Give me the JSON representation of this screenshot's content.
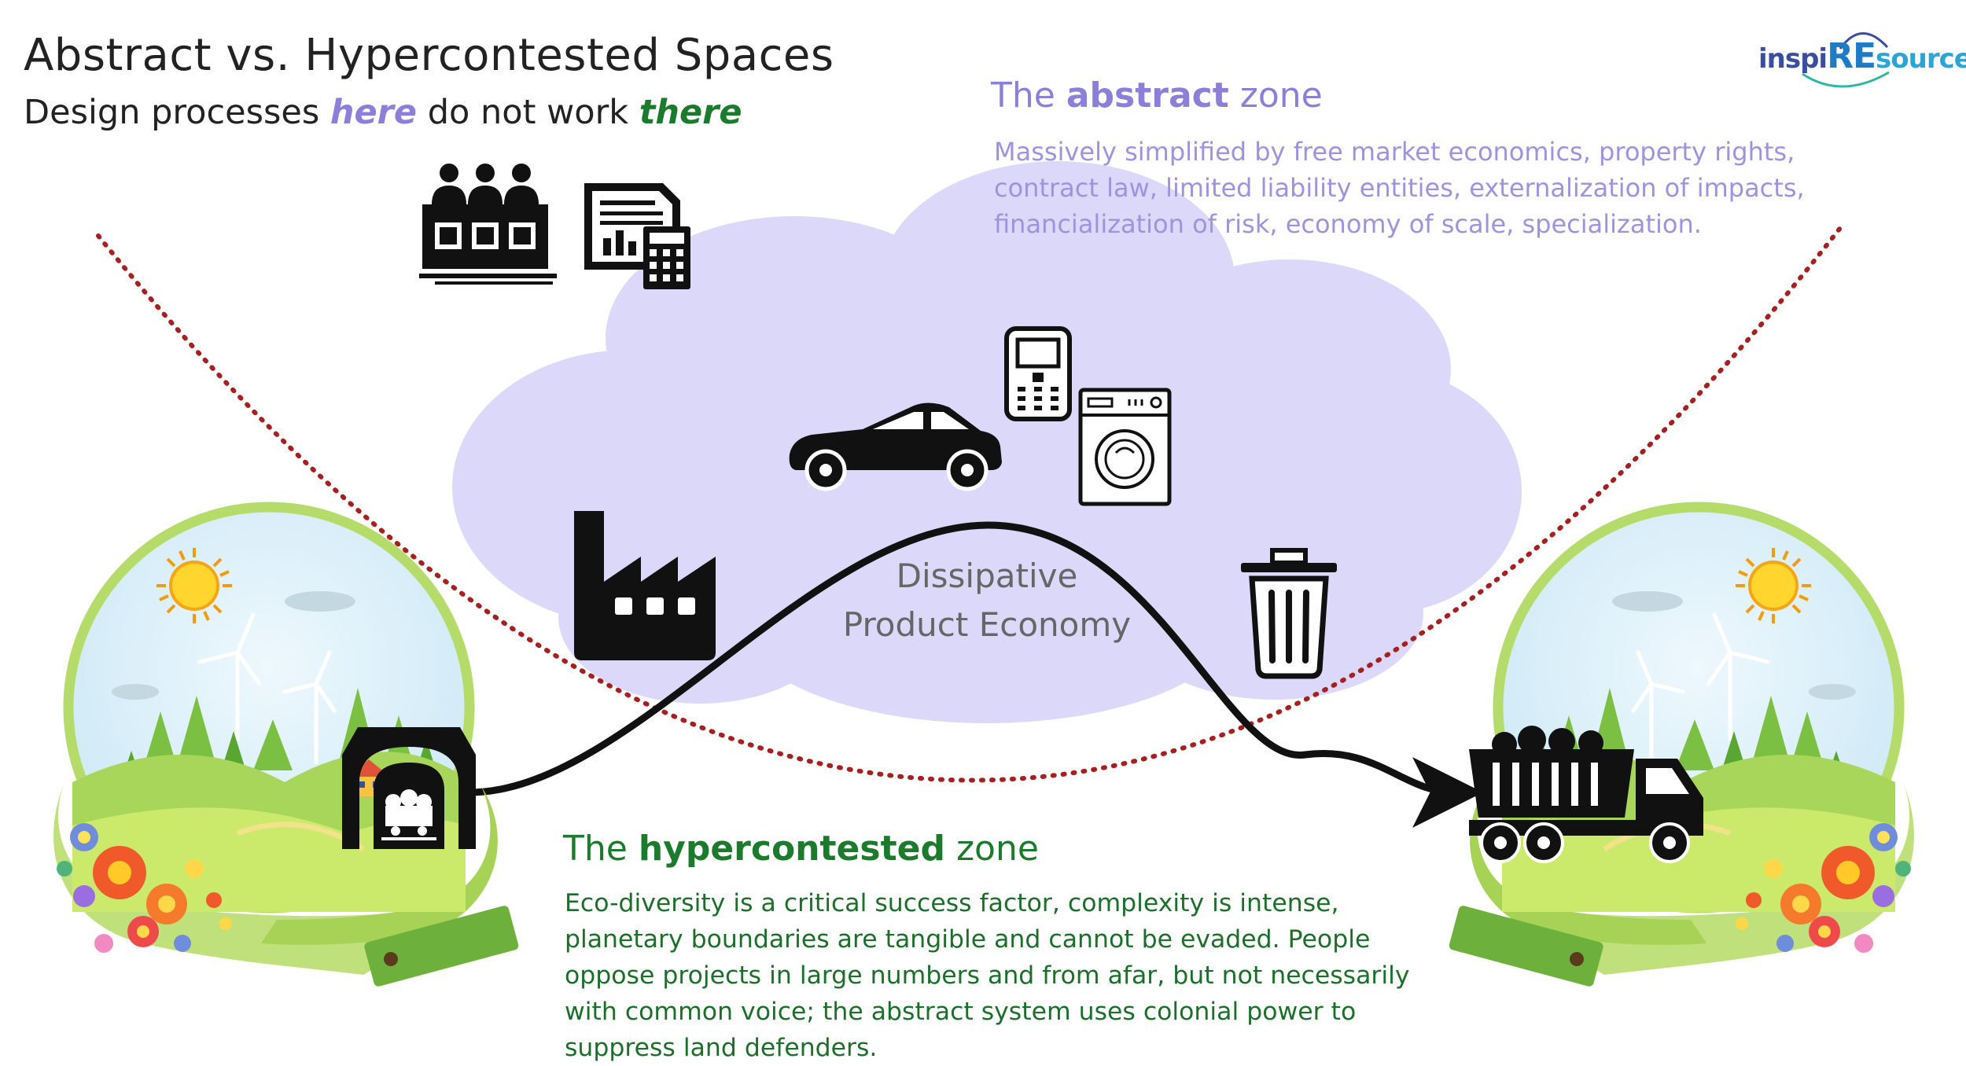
{
  "header": {
    "title": "Abstract vs. Hypercontested Spaces",
    "subtitle_prefix": "Design processes ",
    "subtitle_here": "here",
    "subtitle_middle": " do not work ",
    "subtitle_there": "there"
  },
  "logo": {
    "part_a": "inspi",
    "part_b": "RE",
    "part_c": "sources",
    "tm": "™"
  },
  "abstract_zone": {
    "heading_prefix": "The ",
    "heading_bold": "abstract",
    "heading_suffix": " zone",
    "body": "Massively simplified by free market economics, property rights, contract law, limited liability entities, externalization of impacts, financialization of risk, economy of scale, specialization."
  },
  "hypercontested_zone": {
    "heading_prefix": "The ",
    "heading_bold": "hypercontested",
    "heading_suffix": " zone",
    "body": "Eco-diversity is a critical success factor, complexity is intense, planetary boundaries are tangible and cannot be evaded. People oppose projects in large numbers and from afar, but not necessarily with common voice; the abstract system uses colonial power to suppress land defenders."
  },
  "center": {
    "line1": "Dissipative",
    "line2": "Product Economy"
  },
  "icons": [
    "committee-icon",
    "financial-report-icon",
    "mobile-phone-icon",
    "car-icon",
    "washing-machine-icon",
    "factory-icon",
    "trash-bin-icon",
    "mine-tunnel-icon",
    "dump-truck-icon",
    "earth-in-hands-left",
    "earth-in-hands-right"
  ],
  "colors": {
    "abstract_purple": "#8b7fd9",
    "hyper_green": "#1c7a2c",
    "cloud": "#dcd8fa",
    "dotted_boundary": "#a52020"
  }
}
